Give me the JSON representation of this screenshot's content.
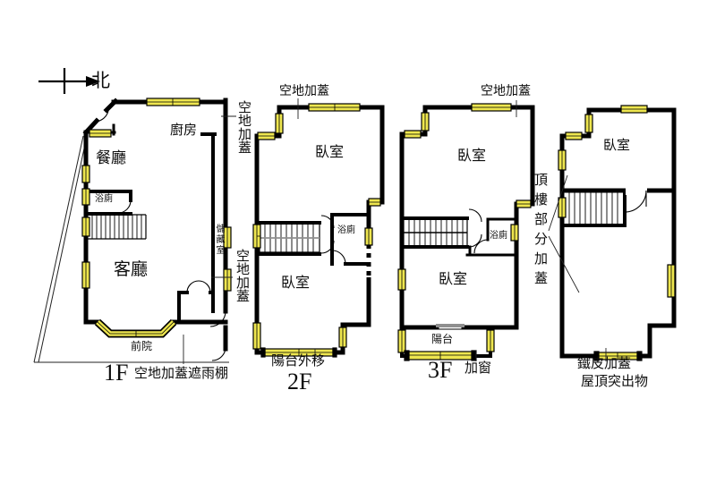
{
  "compass": {
    "north": "北"
  },
  "f1": {
    "floor_label": "1F",
    "note": "空地加蓋遮雨棚",
    "kitchen": "廚房",
    "dining": "餐廳",
    "bath": "浴廁",
    "living": "客廳",
    "front_yard": "前院",
    "storage": "儲藏室",
    "vacant_top": "空地加蓋",
    "vacant_right": "空地加蓋"
  },
  "f2": {
    "floor_label": "2F",
    "vacant_top": "空地加蓋",
    "bedroom_rear": "臥室",
    "bedroom_front": "臥室",
    "bath": "浴廁",
    "balcony_note": "陽台外移"
  },
  "f3": {
    "floor_label": "3F",
    "vacant_top": "空地加蓋",
    "bedroom_rear": "臥室",
    "bedroom_front": "臥室",
    "bath": "浴廁",
    "balcony": "陽台",
    "window_note": "加窗"
  },
  "roof": {
    "bedroom": "臥室",
    "addition_note": "頂樓部分加蓋",
    "metal_note": "鐵皮加蓋",
    "protrusion_note": "屋頂突出物"
  },
  "colors": {
    "wall": "#000000",
    "window_fill": "#eee64f",
    "rail_gray": "#8f8f8f",
    "background": "#ffffff"
  }
}
